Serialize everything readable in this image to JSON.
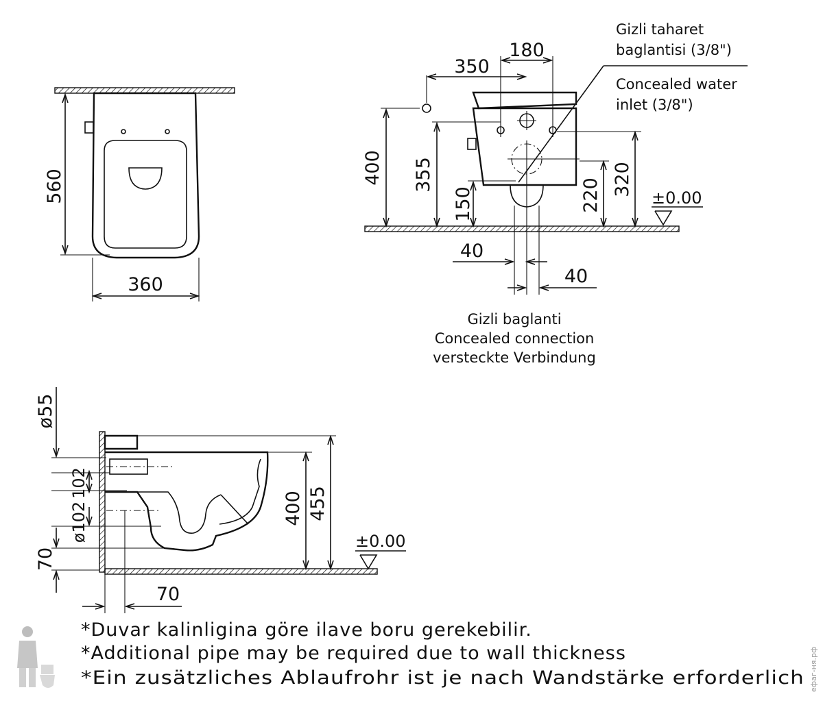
{
  "top_view": {
    "height_dim": "560",
    "width_dim": "360"
  },
  "front_view": {
    "dim_350": "350",
    "dim_180": "180",
    "dim_400": "400",
    "dim_355": "355",
    "dim_150": "150",
    "dim_220": "220",
    "dim_320": "320",
    "level_mark": "±0.00",
    "dim_40_left": "40",
    "dim_40_right": "40",
    "water_inlet_label": {
      "tr_line1": "Gizli taharet",
      "tr_line2": "baglantisi (3/8\")",
      "en_line1": "Concealed water",
      "en_line2": "inlet (3/8\")"
    },
    "connection_label": {
      "tr": "Gizli baglanti",
      "en": "Concealed connection",
      "de": "versteckte Verbindung"
    }
  },
  "side_view": {
    "dim_55": "ø55",
    "dim_102": "102",
    "dim_dia_102": "ø102",
    "dim_70_left": "70",
    "dim_400": "400",
    "dim_455": "455",
    "level_mark": "±0.00",
    "dim_70_bottom": "70"
  },
  "notes": {
    "tr": "*Duvar kalinligina göre ilave boru gerekebilir.",
    "en": "*Additional pipe may be required due to wall thickness",
    "de": "*Ein zusätzliches Ablaufrohr ist je nach Wandstärke erforderlich"
  },
  "watermark": "ефаг-ня.рф"
}
